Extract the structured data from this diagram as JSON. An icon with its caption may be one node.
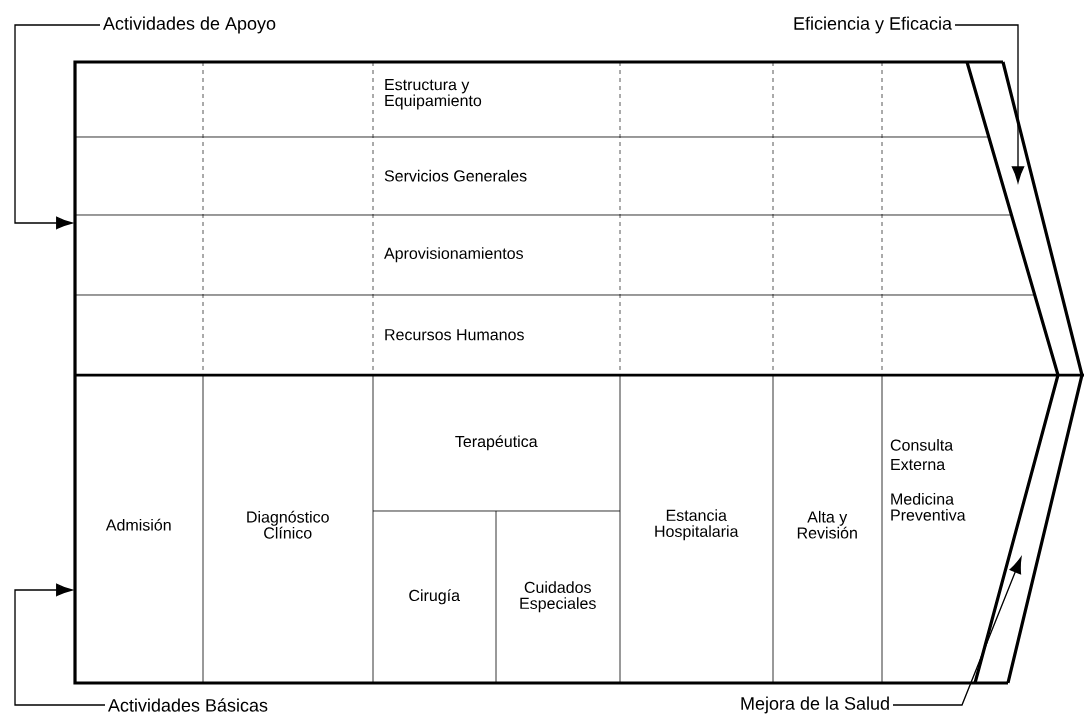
{
  "diagram": {
    "nodes": [
      {
        "text": [
          "Actividades de Apoyo"
        ]
      },
      {
        "text": [
          "Eficiencia y Eficacia"
        ]
      },
      {
        "text": [],
        "shape": "chevron"
      },
      {
        "text": [
          "Estructura y Equipamiento"
        ],
        "in": 2
      },
      {
        "text": [
          "Servicios Generales"
        ],
        "in": 2
      },
      {
        "text": [
          "Aprovisionamientos"
        ],
        "in": 2
      },
      {
        "text": [
          "Recursos Humanos"
        ],
        "in": 2
      },
      {
        "text": [
          "Admisión"
        ],
        "in": 2
      },
      {
        "text": [
          "Diagnóstico Clínico"
        ],
        "in": 2
      },
      {
        "text": [
          "Terapéutica"
        ],
        "in": 2
      },
      {
        "text": [
          "Cirugía"
        ],
        "in": 2
      },
      {
        "text": [
          "Cuidados Especiales"
        ],
        "in": 2
      },
      {
        "text": [
          "Estancia Hospitalaria"
        ],
        "in": 2
      },
      {
        "text": [
          "Alta y Revisión"
        ],
        "in": 2
      },
      {
        "text": [
          "Consulta Externa",
          "Medicina Preventiva"
        ],
        "in": 2
      },
      {
        "text": [
          "Actividades Básicas"
        ]
      },
      {
        "text": [
          "Mejora de la Salud"
        ]
      }
    ],
    "edges": [
      {
        "from": 0,
        "to": 2,
        "arrow": "to"
      },
      {
        "from": 1,
        "to": null,
        "arrow": "to"
      },
      {
        "from": 15,
        "to": 2,
        "arrow": "to"
      },
      {
        "from": 16,
        "to": null,
        "arrow": "to"
      }
    ]
  }
}
